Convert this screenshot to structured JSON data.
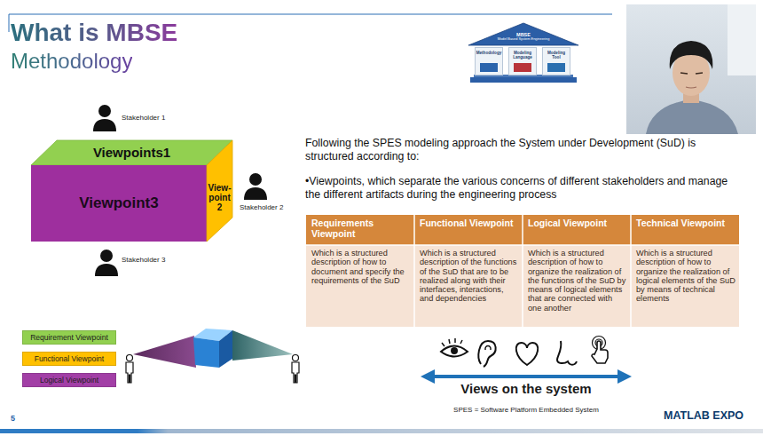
{
  "diagram": {
    "title": "What is MBSE",
    "nodes": [
      {
        "text": [
          "MBSE",
          "Model Based System Engineering"
        ]
      },
      {
        "text": [
          "Methodology"
        ]
      },
      {
        "text": [
          "Modeling Language"
        ]
      },
      {
        "text": [
          "Modeling Tool"
        ]
      },
      {
        "text": [
          "Viewpoints1"
        ]
      },
      {
        "text": [
          "Viewpoint3"
        ]
      },
      {
        "text": [
          "View- point 2"
        ]
      }
    ],
    "labels": [
      "Methodology",
      "Stakeholder 1",
      "Stakeholder 2",
      "Following the SPES modeling approach the System under Development (SuD) is structured according to:",
      "•Viewpoints, which separate the various concerns of different stakeholders and manage the different artifacts during the engineering process",
      "Stakeholder 3",
      "Requirements Viewpoint",
      "Functional Viewpoint",
      "Logical Viewpoint",
      "Technical Viewpoint",
      "Which is a structured description of how to document and specify the requirements of the SuD",
      "Which is a structured description of the functions of the SuD that are to be realized along with their interfaces, interactions, and dependencies",
      "Which is a structured description of how to organize the realization of the functions of the SuD by means of logical elements that are connected with one another",
      "Which is a structured description of how to organize the realization of logical elements of the SuD by means of technical elements",
      "Views on the system",
      "SPES = Software Platform Embedded System",
      "MATLAB EXPO",
      "5"
    ],
    "legend": [
      {
        "text": "Requirement Viewpoint",
        "color": "#92d050"
      },
      {
        "text": "Functional Viewpoint",
        "color": "#ffc000"
      },
      {
        "text": "Logical Viewpoint",
        "color": "#a23fa6"
      }
    ]
  }
}
